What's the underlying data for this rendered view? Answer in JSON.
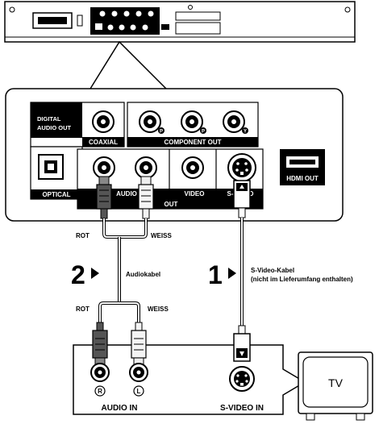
{
  "player": {
    "digital_audio_out_line1": "DIGITAL",
    "digital_audio_out_line2": "AUDIO OUT",
    "coaxial": "COAXIAL",
    "component_out": "COMPONENT OUT",
    "optical": "OPTICAL",
    "audio": "AUDIO",
    "video": "VIDEO",
    "s_video": "S-VIDEO",
    "out": "OUT",
    "hdmi_out": "HDMI OUT",
    "component_marks": [
      "P",
      "P",
      "Y"
    ]
  },
  "cables": {
    "rot_top": "ROT",
    "weiss_top": "WEISS",
    "step_2_number": "2",
    "audiokabel": "Audiokabel",
    "step_1_number": "1",
    "svideo_cable_line1": "S-Video-Kabel",
    "svideo_cable_line2": "(nicht im Lieferumfang enthalten)",
    "rot_bottom": "ROT",
    "weiss_bottom": "WEISS"
  },
  "tv_panel": {
    "jack_r": "R",
    "jack_l": "L",
    "audio_in": "AUDIO IN",
    "s_video_in": "S-VIDEO IN",
    "tv": "TV"
  },
  "colors": {
    "line": "#000000",
    "panel_fill": "#ffffff",
    "label_bar": "#000000",
    "plug_red": "#555555",
    "plug_white": "#f4f4f4"
  }
}
